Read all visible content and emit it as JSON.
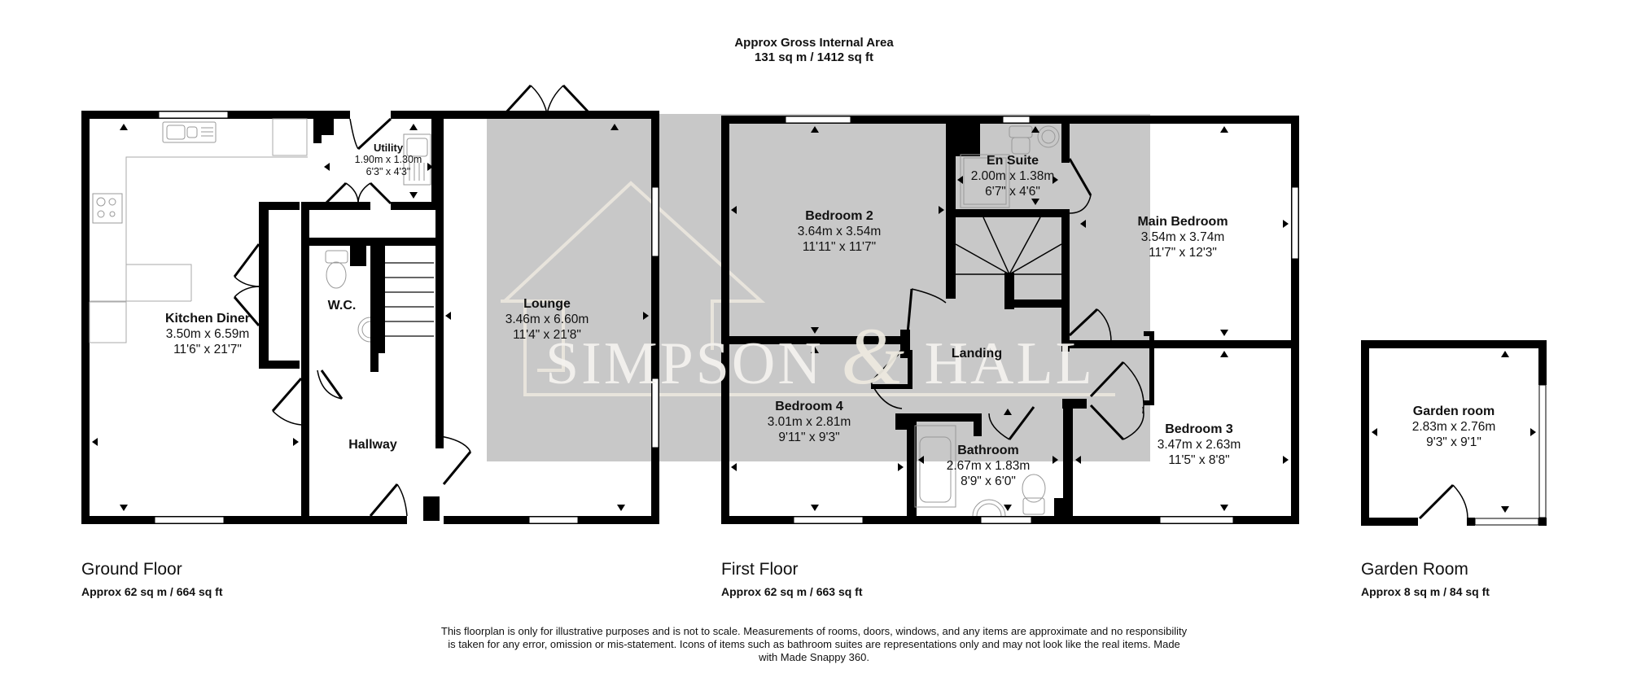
{
  "header": {
    "gross_area_title": "Approx Gross Internal Area",
    "gross_area_value": "131 sq m / 1412 sq ft"
  },
  "watermark": {
    "text_left": "SIMPSON",
    "ampersand": "&",
    "text_right": "HALL",
    "background_color": "#c8c8c8",
    "logo_color": "#e8e4dc"
  },
  "colors": {
    "wall": "#000000",
    "fixture_stroke": "#999999",
    "background": "#ffffff"
  },
  "floors": [
    {
      "name": "Ground Floor",
      "area": "Approx 62 sq m / 664 sq ft",
      "rooms": [
        {
          "name": "Kitchen Diner",
          "metric": "3.50m x 6.59m",
          "imperial": "11'6\" x 21'7\""
        },
        {
          "name": "Utility",
          "metric": "1.90m x 1.30m",
          "imperial": "6'3\" x 4'3\""
        },
        {
          "name": "W.C.",
          "metric": "",
          "imperial": ""
        },
        {
          "name": "Lounge",
          "metric": "3.46m x 6.60m",
          "imperial": "11'4\" x 21'8\""
        },
        {
          "name": "Hallway",
          "metric": "",
          "imperial": ""
        }
      ]
    },
    {
      "name": "First Floor",
      "area": "Approx 62 sq m / 663 sq ft",
      "rooms": [
        {
          "name": "Bedroom 2",
          "metric": "3.64m x 3.54m",
          "imperial": "11'11\" x 11'7\""
        },
        {
          "name": "En Suite",
          "metric": "2.00m x 1.38m",
          "imperial": "6'7\" x 4'6\""
        },
        {
          "name": "Main Bedroom",
          "metric": "3.54m x 3.74m",
          "imperial": "11'7\" x 12'3\""
        },
        {
          "name": "Landing",
          "metric": "",
          "imperial": ""
        },
        {
          "name": "Bedroom 4",
          "metric": "3.01m x 2.81m",
          "imperial": "9'11\" x 9'3\""
        },
        {
          "name": "Bathroom",
          "metric": "2.67m x 1.83m",
          "imperial": "8'9\" x 6'0\""
        },
        {
          "name": "Bedroom 3",
          "metric": "3.47m x 2.63m",
          "imperial": "11'5\" x 8'8\""
        }
      ]
    },
    {
      "name": "Garden Room",
      "area": "Approx 8 sq m / 84 sq ft",
      "rooms": [
        {
          "name": "Garden room",
          "metric": "2.83m x 2.76m",
          "imperial": "9'3\" x 9'1\""
        }
      ]
    }
  ],
  "disclaimer": "This floorplan is only for illustrative purposes and is not to scale. Measurements of rooms, doors, windows, and any items are approximate and no responsibility is taken for any error, omission or mis-statement. Icons of items such as bathroom suites are representations only and may not look like the real items. Made with Made Snappy 360."
}
